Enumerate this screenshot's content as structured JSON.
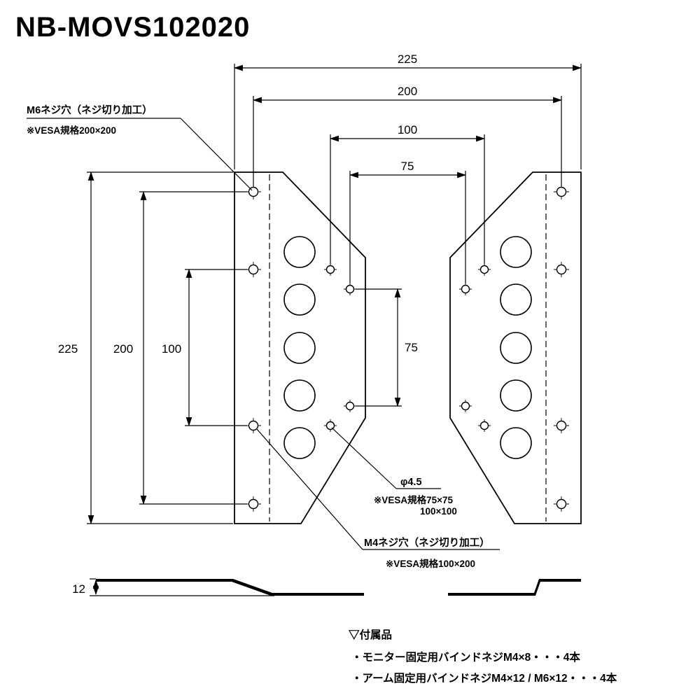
{
  "title": "NB-MOVS102020",
  "dims": {
    "w225": "225",
    "w200": "200",
    "w100": "100",
    "w75": "75",
    "h225": "225",
    "h200": "200",
    "h100": "100",
    "h75": "75",
    "t12": "12"
  },
  "labels": {
    "m6": "M6ネジ穴（ネジ切り加工）",
    "m6_vesa": "※VESA規格200×200",
    "dia": "φ4.5",
    "dia_vesa1": "※VESA規格75×75",
    "dia_vesa2": "100×100",
    "m4": "M4ネジ穴（ネジ切り加工）",
    "m4_vesa": "※VESA規格100×200"
  },
  "accessories": {
    "header": "▽付属品",
    "items": [
      "・モニター固定用バインドネジM4×8・・・4本",
      "・アーム固定用バインドネジM4×12 / M6×12・・・4本"
    ]
  }
}
